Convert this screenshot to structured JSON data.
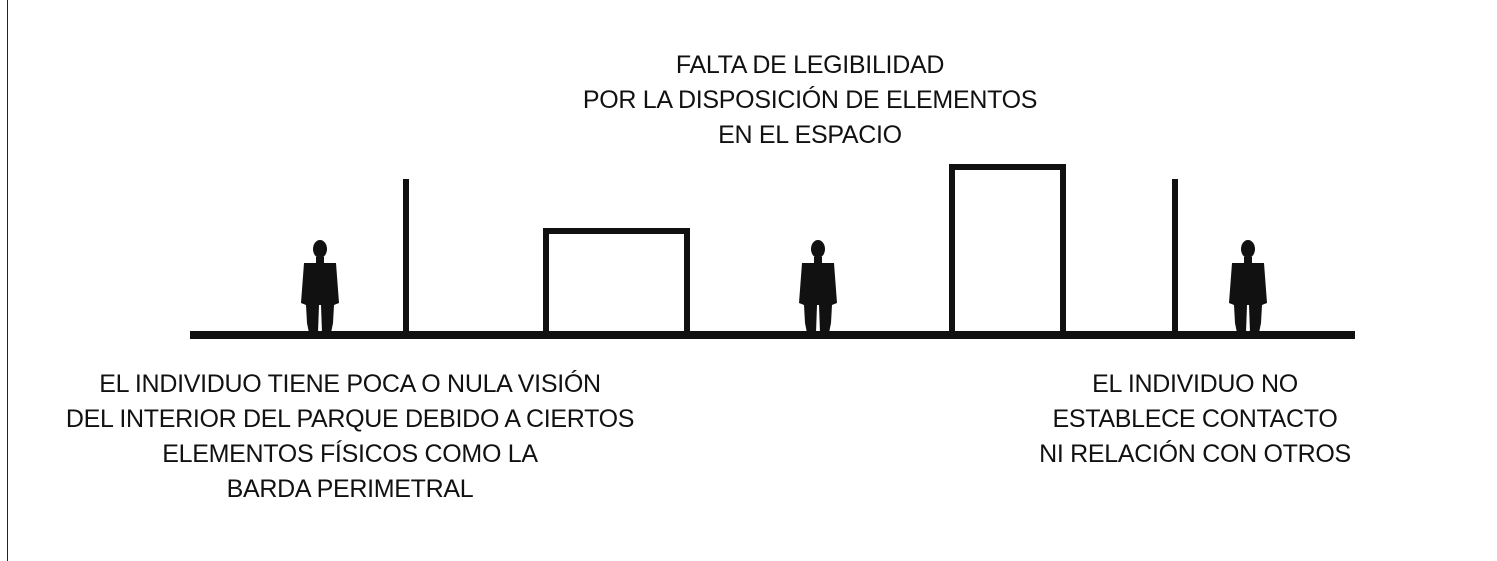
{
  "captions": {
    "top": {
      "lines": [
        "FALTA DE LEGIBILIDAD",
        "POR LA DISPOSICIÓN DE ELEMENTOS",
        "EN EL ESPACIO"
      ]
    },
    "left": {
      "lines": [
        "EL INDIVIDUO TIENE POCA O NULA VISIÓN",
        "DEL INTERIOR DEL PARQUE DEBIDO A CIERTOS",
        "ELEMENTOS FÍSICOS COMO LA",
        "BARDA PERIMETRAL"
      ]
    },
    "right": {
      "lines": [
        "EL INDIVIDUO  NO",
        "ESTABLECE CONTACTO",
        "NI RELACIÓN CON OTROS"
      ]
    }
  },
  "colors": {
    "ink": "#111111",
    "background": "#ffffff"
  }
}
